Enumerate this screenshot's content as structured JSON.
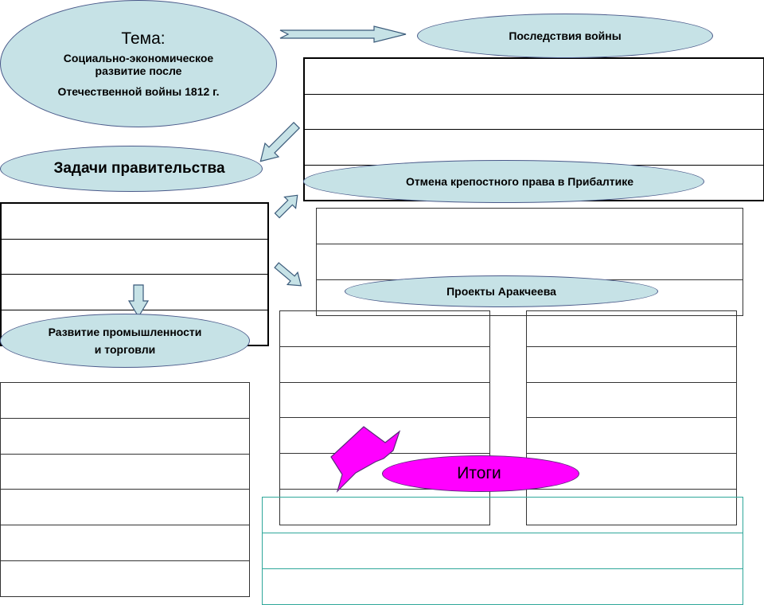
{
  "topic": {
    "label": "Тема:",
    "line1": "Социально-экономическое",
    "line2": "развитие после",
    "line3": "Отечественной войны 1812 г."
  },
  "consequences": {
    "label": "Последствия войны"
  },
  "tasks": {
    "label": "Задачи правительства"
  },
  "serfdom": {
    "label": "Отмена крепостного права в Прибалтике"
  },
  "arakcheev": {
    "label": "Проекты Аракчеева"
  },
  "industry": {
    "line1": "Развитие промышленности",
    "line2": "и торговли"
  },
  "results": {
    "label": "Итоги"
  },
  "colors": {
    "oval_fill": "#c6e2e6",
    "arrow_fill": "#c6e2e6",
    "results_fill": "#ff00ff",
    "table_teal": "#2fa79a"
  }
}
